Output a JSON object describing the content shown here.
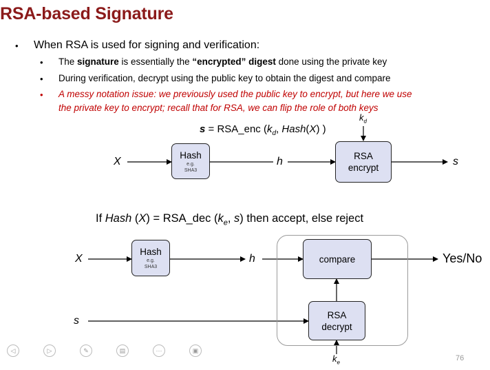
{
  "slide": {
    "title": "RSA-based Signature",
    "page_number": "76"
  },
  "bullets": {
    "main": "When RSA is used for signing and verification:",
    "sub1_pre": "The ",
    "sub1_b1": "signature",
    "sub1_mid": " is essentially the ",
    "sub1_b2": "“encrypted” digest",
    "sub1_post": " done using the private key",
    "sub2": "During verification, decrypt using the public key to obtain the digest and compare",
    "sub3_line1": "A messy notation issue: we previously used the public key to encrypt, but here we use",
    "sub3_line2": "the private key to encrypt; recall that for RSA, we can flip the role of both keys"
  },
  "formula_sign": {
    "s": "s",
    "eq": " =  RSA_enc (",
    "k": "k",
    "k_sub": "d",
    "comma": ", ",
    "hash": "Hash",
    "open": "(",
    "x": "X",
    "close": ") )"
  },
  "formula_verify": {
    "if": "If  ",
    "hash": "Hash",
    "paren1": " (",
    "x": "X",
    "eq": ") = RSA_dec (",
    "k": "k",
    "k_sub": "e",
    "comma": ", ",
    "s": "s",
    "tail": ")  then accept, else reject"
  },
  "diagram_sign": {
    "input": "X",
    "hash_box": {
      "label": "Hash",
      "note1": "e.g.",
      "note2": "SHA3"
    },
    "digest": "h",
    "rsa_box": {
      "line1": "RSA",
      "line2": "encrypt"
    },
    "key": "k",
    "key_sub": "d",
    "output": "s"
  },
  "diagram_verify": {
    "input": "X",
    "hash_box": {
      "label": "Hash",
      "note1": "e.g.",
      "note2": "SHA3"
    },
    "digest": "h",
    "compare_box": "compare",
    "result": "Yes/No",
    "sig_input": "s",
    "rsa_box": {
      "line1": "RSA",
      "line2": "decrypt"
    },
    "key": "k",
    "key_sub": "e"
  },
  "nav_icons": [
    "prev-icon",
    "next-icon",
    "pen-icon",
    "notes-icon",
    "more-icon",
    "slides-icon"
  ]
}
